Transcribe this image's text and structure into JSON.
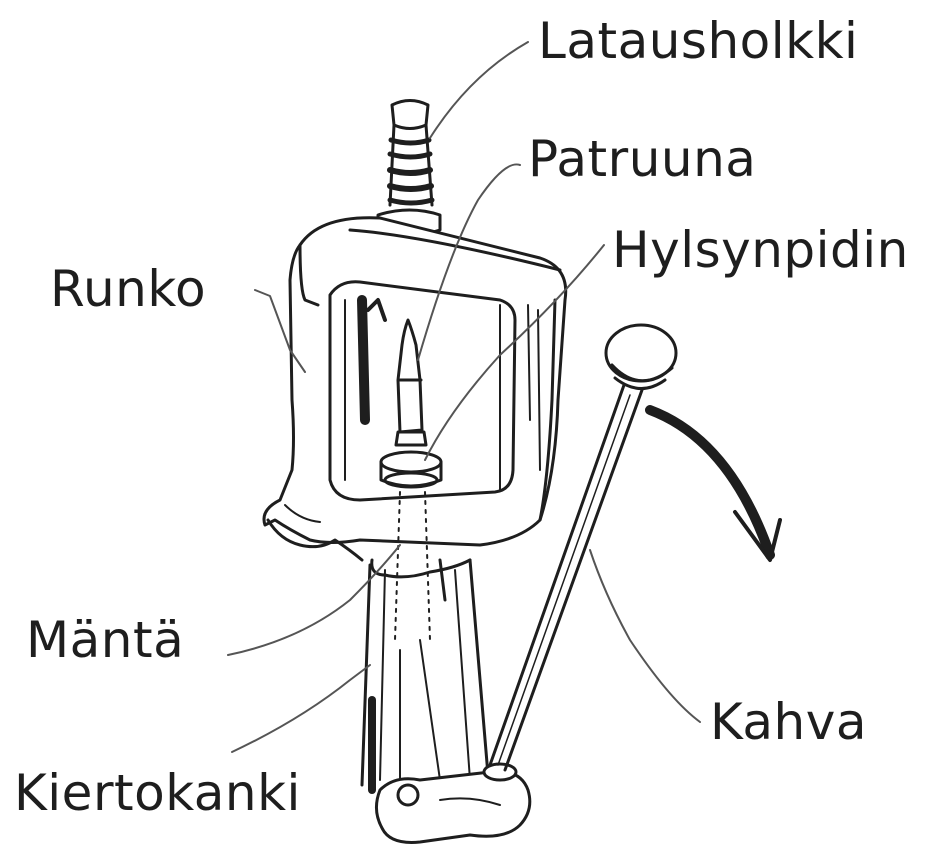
{
  "diagram": {
    "labels": {
      "latausholkki": "Latausholkki",
      "patruuna": "Patruuna",
      "hylsynpidin": "Hylsynpidin",
      "runko": "Runko",
      "manta": "Mäntä",
      "kahva": "Kahva",
      "kiertokanki": "Kiertokanki"
    },
    "colors": {
      "ink": "#1e1e1e",
      "leader": "#555555",
      "background": "#ffffff"
    }
  }
}
